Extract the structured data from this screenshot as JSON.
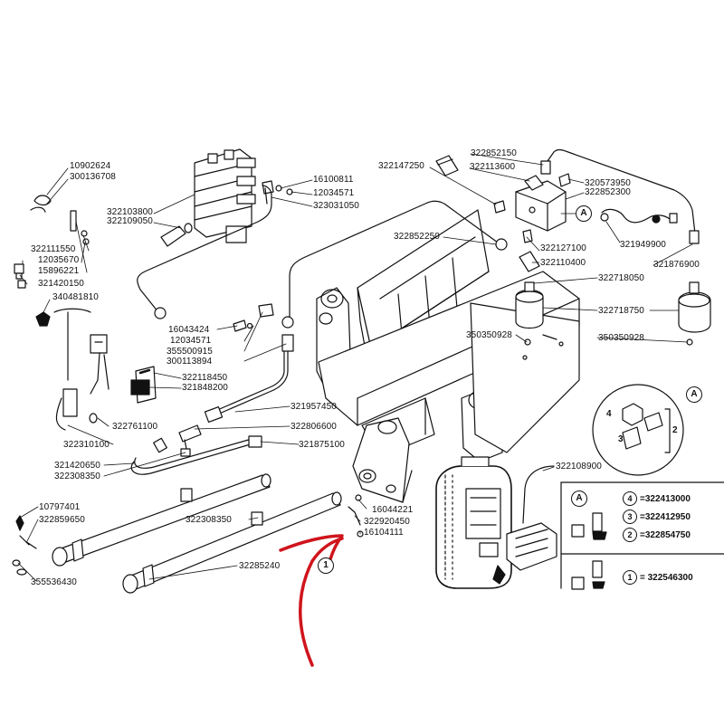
{
  "part_numbers": {
    "p10902624": "10902624",
    "p300136708": "300136708",
    "p322103800": "322103800",
    "p322109050": "322109050",
    "p322111550": "322111550",
    "p12035670": "12035670",
    "p15896221": "15896221",
    "p321420150": "321420150",
    "p340481810": "340481810",
    "p16100811": "16100811",
    "p12034571a": "12034571",
    "p323031050": "323031050",
    "p322147250": "322147250",
    "p322852150": "322852150",
    "p322113600": "322113600",
    "p320573950": "320573950",
    "p322852300": "322852300",
    "p322852250": "322852250",
    "p322127100": "322127100",
    "p321949900": "321949900",
    "p322110400": "322110400",
    "p321876900": "321876900",
    "p322718050": "322718050",
    "p322718750": "322718750",
    "p16043424": "16043424",
    "p12034571b": "12034571",
    "p355500915": "355500915",
    "p300113894": "300113894",
    "p322118450": "322118450",
    "p321848200": "321848200",
    "p350350928a": "350350928",
    "p350350928b": "350350928",
    "p321957450": "321957450",
    "p322761100": "322761100",
    "p322806600": "322806600",
    "p322310100": "322310100",
    "p321875100": "321875100",
    "p321420650": "321420650",
    "p322308350a": "322308350",
    "p10797401": "10797401",
    "p322859650": "322859650",
    "p322308350b": "322308350",
    "p16044221": "16044221",
    "p322920450": "322920450",
    "p16104111": "16104111",
    "p355536430": "355536430",
    "p322852400": "32285240",
    "p322108900": "322108900"
  },
  "callouts": {
    "a_hose": "A",
    "a_detail": "A",
    "one_shaft": "1",
    "d4": "4",
    "d3": "3",
    "d2": "2"
  },
  "legend_a": {
    "tag": "A",
    "rows": [
      {
        "num": "4",
        "value": "=322413000"
      },
      {
        "num": "3",
        "value": "=322412950"
      },
      {
        "num": "2",
        "value": "=322854750"
      }
    ]
  },
  "legend_1": {
    "num": "1",
    "value": "= 322546300"
  },
  "colors": {
    "line": "#111111",
    "arrow": "#d0141c",
    "background": "#ffffff"
  }
}
